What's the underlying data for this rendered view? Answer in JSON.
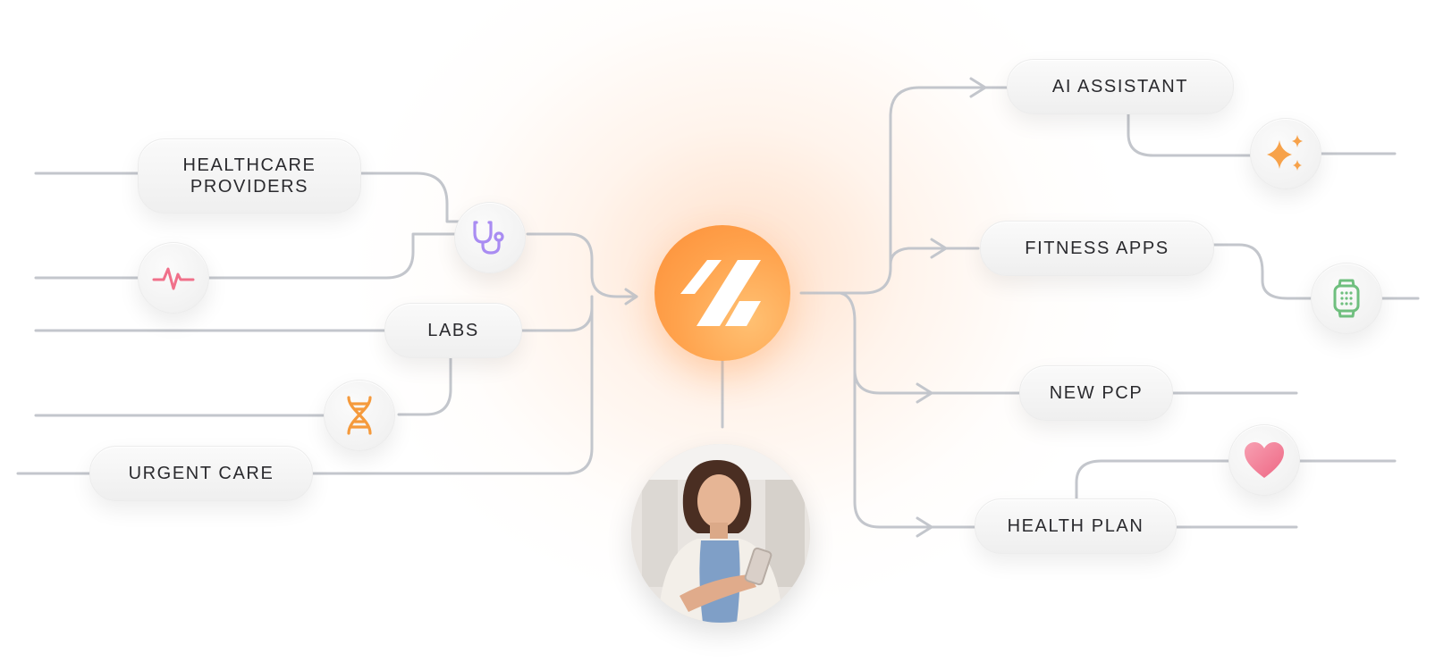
{
  "nodes": {
    "healthcare_providers": [
      "HEALTHCARE",
      "PROVIDERS"
    ],
    "labs": "LABS",
    "urgent_care": "URGENT CARE",
    "ai_assistant": "AI ASSISTANT",
    "fitness_apps": "FITNESS APPS",
    "new_pcp": "NEW PCP",
    "health_plan": "HEALTH PLAN"
  },
  "icons": {
    "stethoscope": "stethoscope-icon",
    "heartbeat": "heartbeat-icon",
    "dna": "dna-icon",
    "sparkles": "sparkles-icon",
    "smartwatch": "smartwatch-icon",
    "heart": "heart-icon",
    "hub_logo": "logo-icon"
  },
  "colors": {
    "hub": "#ffa24c",
    "connector": "#c3c6cc",
    "stethoscope": "#a98cf2",
    "heartbeat": "#f0708a",
    "dna": "#f59a3c",
    "sparkles": "#f7a24a",
    "smartwatch": "#6fbf7e",
    "heart": "#f27a92"
  }
}
